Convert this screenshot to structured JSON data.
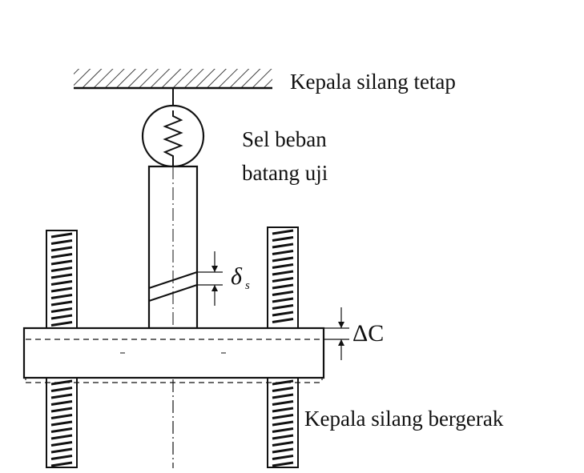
{
  "labels": {
    "fixed_crosshead": "Kepala silang tetap",
    "load_cell": "Sel beban",
    "test_bar": "batang uji",
    "specimen_extension_symbol": "δ",
    "specimen_extension_subscript": "s",
    "crosshead_displacement_symbol": "ΔC",
    "moving_crosshead": "Kepala silang bergerak"
  },
  "colors": {
    "ink": "#111111",
    "paper": "#ffffff"
  }
}
